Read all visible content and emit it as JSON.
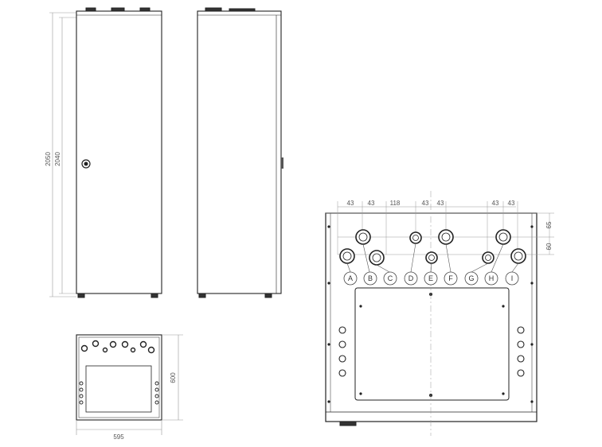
{
  "front_view": {
    "height_outer": "2050",
    "height_inner": "2040"
  },
  "top_view": {
    "width": "595",
    "depth": "600"
  },
  "connection_view": {
    "spacing_top": [
      "43",
      "43",
      "118",
      "43",
      "43",
      "43",
      "43"
    ],
    "spacing_right": [
      "65",
      "60"
    ],
    "ports": [
      "A",
      "B",
      "C",
      "D",
      "E",
      "F",
      "G",
      "H",
      "I"
    ]
  }
}
